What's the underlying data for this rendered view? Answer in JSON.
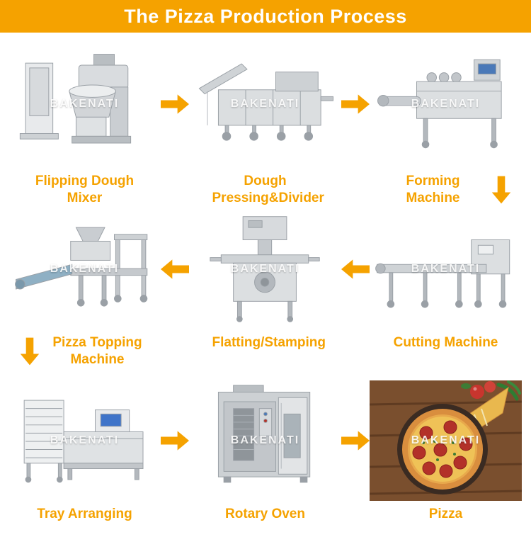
{
  "header": {
    "title": "The Pizza Production Process"
  },
  "watermark": "BAKENATI",
  "colors": {
    "accent": "#F5A200",
    "header_bg": "#F5A200",
    "header_text": "#FFFFFF",
    "label_text": "#F5A200"
  },
  "steps": [
    {
      "label": "Flipping Dough Mixer"
    },
    {
      "label": "Dough Pressing&Divider"
    },
    {
      "label": "Forming Machine"
    },
    {
      "label": "Pizza Topping Machine"
    },
    {
      "label": "Flatting/Stamping"
    },
    {
      "label": "Cutting Machine"
    },
    {
      "label": "Tray Arranging"
    },
    {
      "label": "Rotary Oven"
    },
    {
      "label": "Pizza"
    }
  ],
  "flow": {
    "row1_direction": "left-to-right",
    "row2_direction": "right-to-left",
    "row3_direction": "left-to-right",
    "connectors": [
      "arrow-right",
      "arrow-right",
      "arrow-down",
      "arrow-left",
      "arrow-left",
      "arrow-down",
      "arrow-right",
      "arrow-right"
    ]
  }
}
